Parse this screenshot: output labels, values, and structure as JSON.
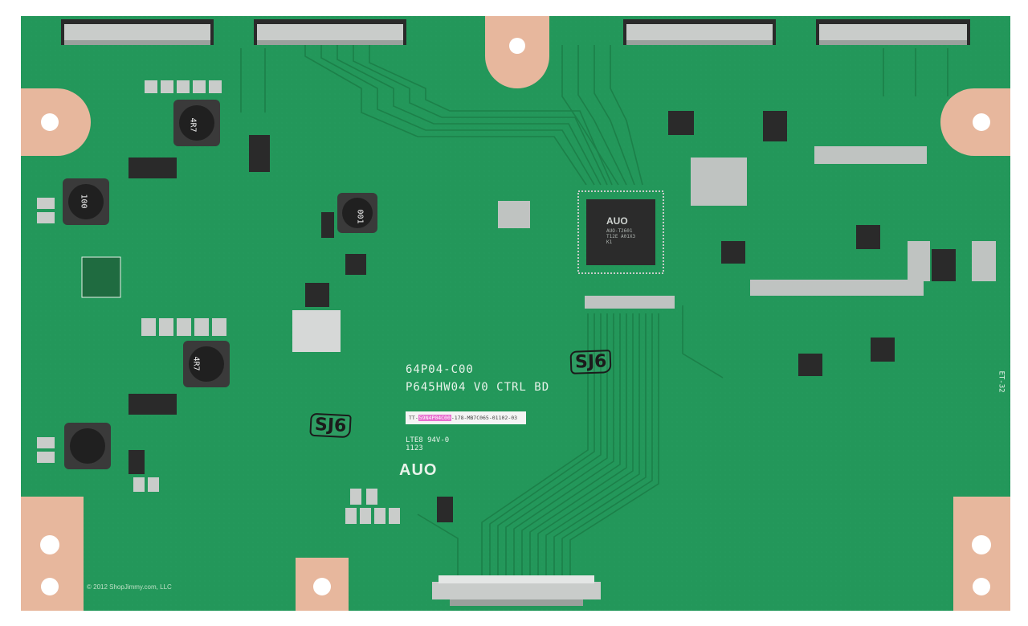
{
  "board": {
    "model_label": "64P04-C00",
    "board_label": "P645HW04 V0 CTRL BD",
    "handwritten_code_1": "SJ6",
    "handwritten_code_2": "SJ6",
    "sticker_text_start": "TT-",
    "sticker_text_highlight": "59N4P04C00",
    "sticker_text_rest": "-178-MB7C065-01102-03",
    "ul_mark_line1": "LTE8  94V-0",
    "ul_mark_line2": "1123",
    "logo": "AUO",
    "edge_marking": "ET-32"
  },
  "chip": {
    "logo": "AUO",
    "part_line1": "AUO-T2601",
    "part_line2": "T12E A01X3",
    "part_line3": "K1"
  },
  "inductors": {
    "i1": "4R7",
    "i2": "4R7",
    "i3": "100",
    "i4": "001"
  },
  "watermark": "© 2012 ShopJimmy.com, LLC",
  "colors": {
    "pcb": "#23975a",
    "trace": "#1f8a51",
    "pad": "#e7b79d",
    "connector": "#c9ccca",
    "component": "#2a2a2a"
  }
}
